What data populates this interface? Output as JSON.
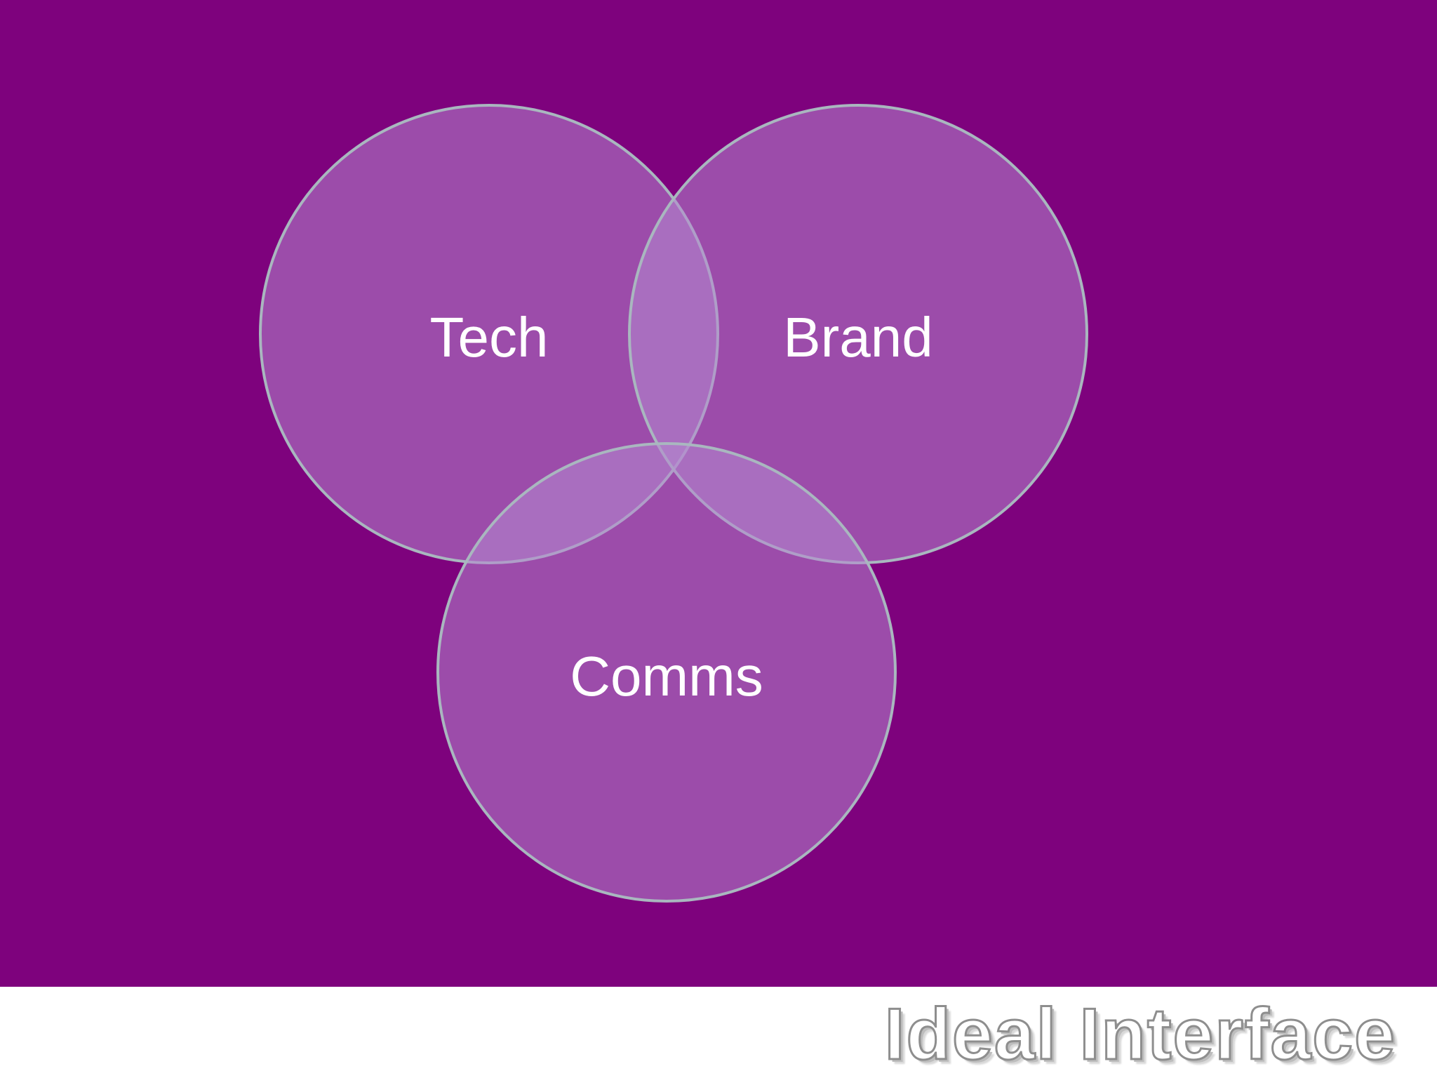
{
  "diagram": {
    "type": "venn",
    "colors": {
      "background": "#7e027d",
      "circle_fill": "#b58bd0",
      "circle_stroke": "#a9b7bf",
      "label": "#ffffff",
      "footer": "#ffffff"
    },
    "circles": [
      {
        "id": "tech",
        "label": "Tech"
      },
      {
        "id": "brand",
        "label": "Brand"
      },
      {
        "id": "comms",
        "label": "Comms"
      }
    ]
  },
  "footer": {
    "logo_text": "Ideal Interface"
  }
}
